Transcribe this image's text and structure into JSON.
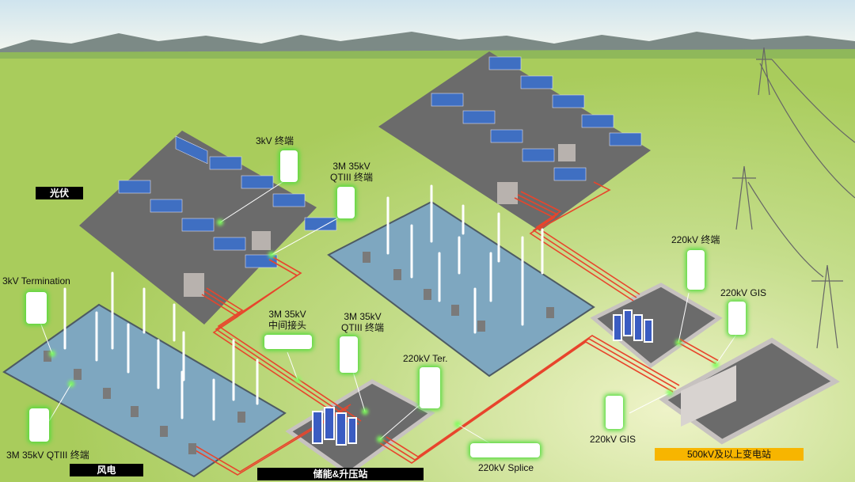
{
  "sections": {
    "solar": "光伏",
    "wind": "风电",
    "storage_boost": "储能&升压站",
    "substation": "500kV及以上变电站"
  },
  "callouts": {
    "solar_3kv_termination": "3kV 终端",
    "solar_35kv_qtiii_line1": "3M 35kV",
    "solar_35kv_qtiii_line2": "QTIII 终端",
    "wind_3kv_termination": "3kV Termination",
    "wind_35kv_qtiii": "3M 35kV QTIII 终端",
    "splice_35kv_line1": "3M 35kV",
    "splice_35kv_line2": "中间接头",
    "storage_35kv_qtiii_line1": "3M 35kV",
    "storage_35kv_qtiii_line2": "QTIII 终端",
    "ter_220kv": "220kV Ter.",
    "termination_220kv": "220kV 终端",
    "gis_220kv_upper": "220kV GIS",
    "gis_220kv_lower": "220kV GIS",
    "splice_220kv": "220kV Splice"
  },
  "colors": {
    "cable": "#e8452c",
    "highlight": "#4fdc3a",
    "substation_tag": "#f7b500",
    "platform_gray": "#6b6b6b",
    "wind_field": "#7ea7c0"
  }
}
